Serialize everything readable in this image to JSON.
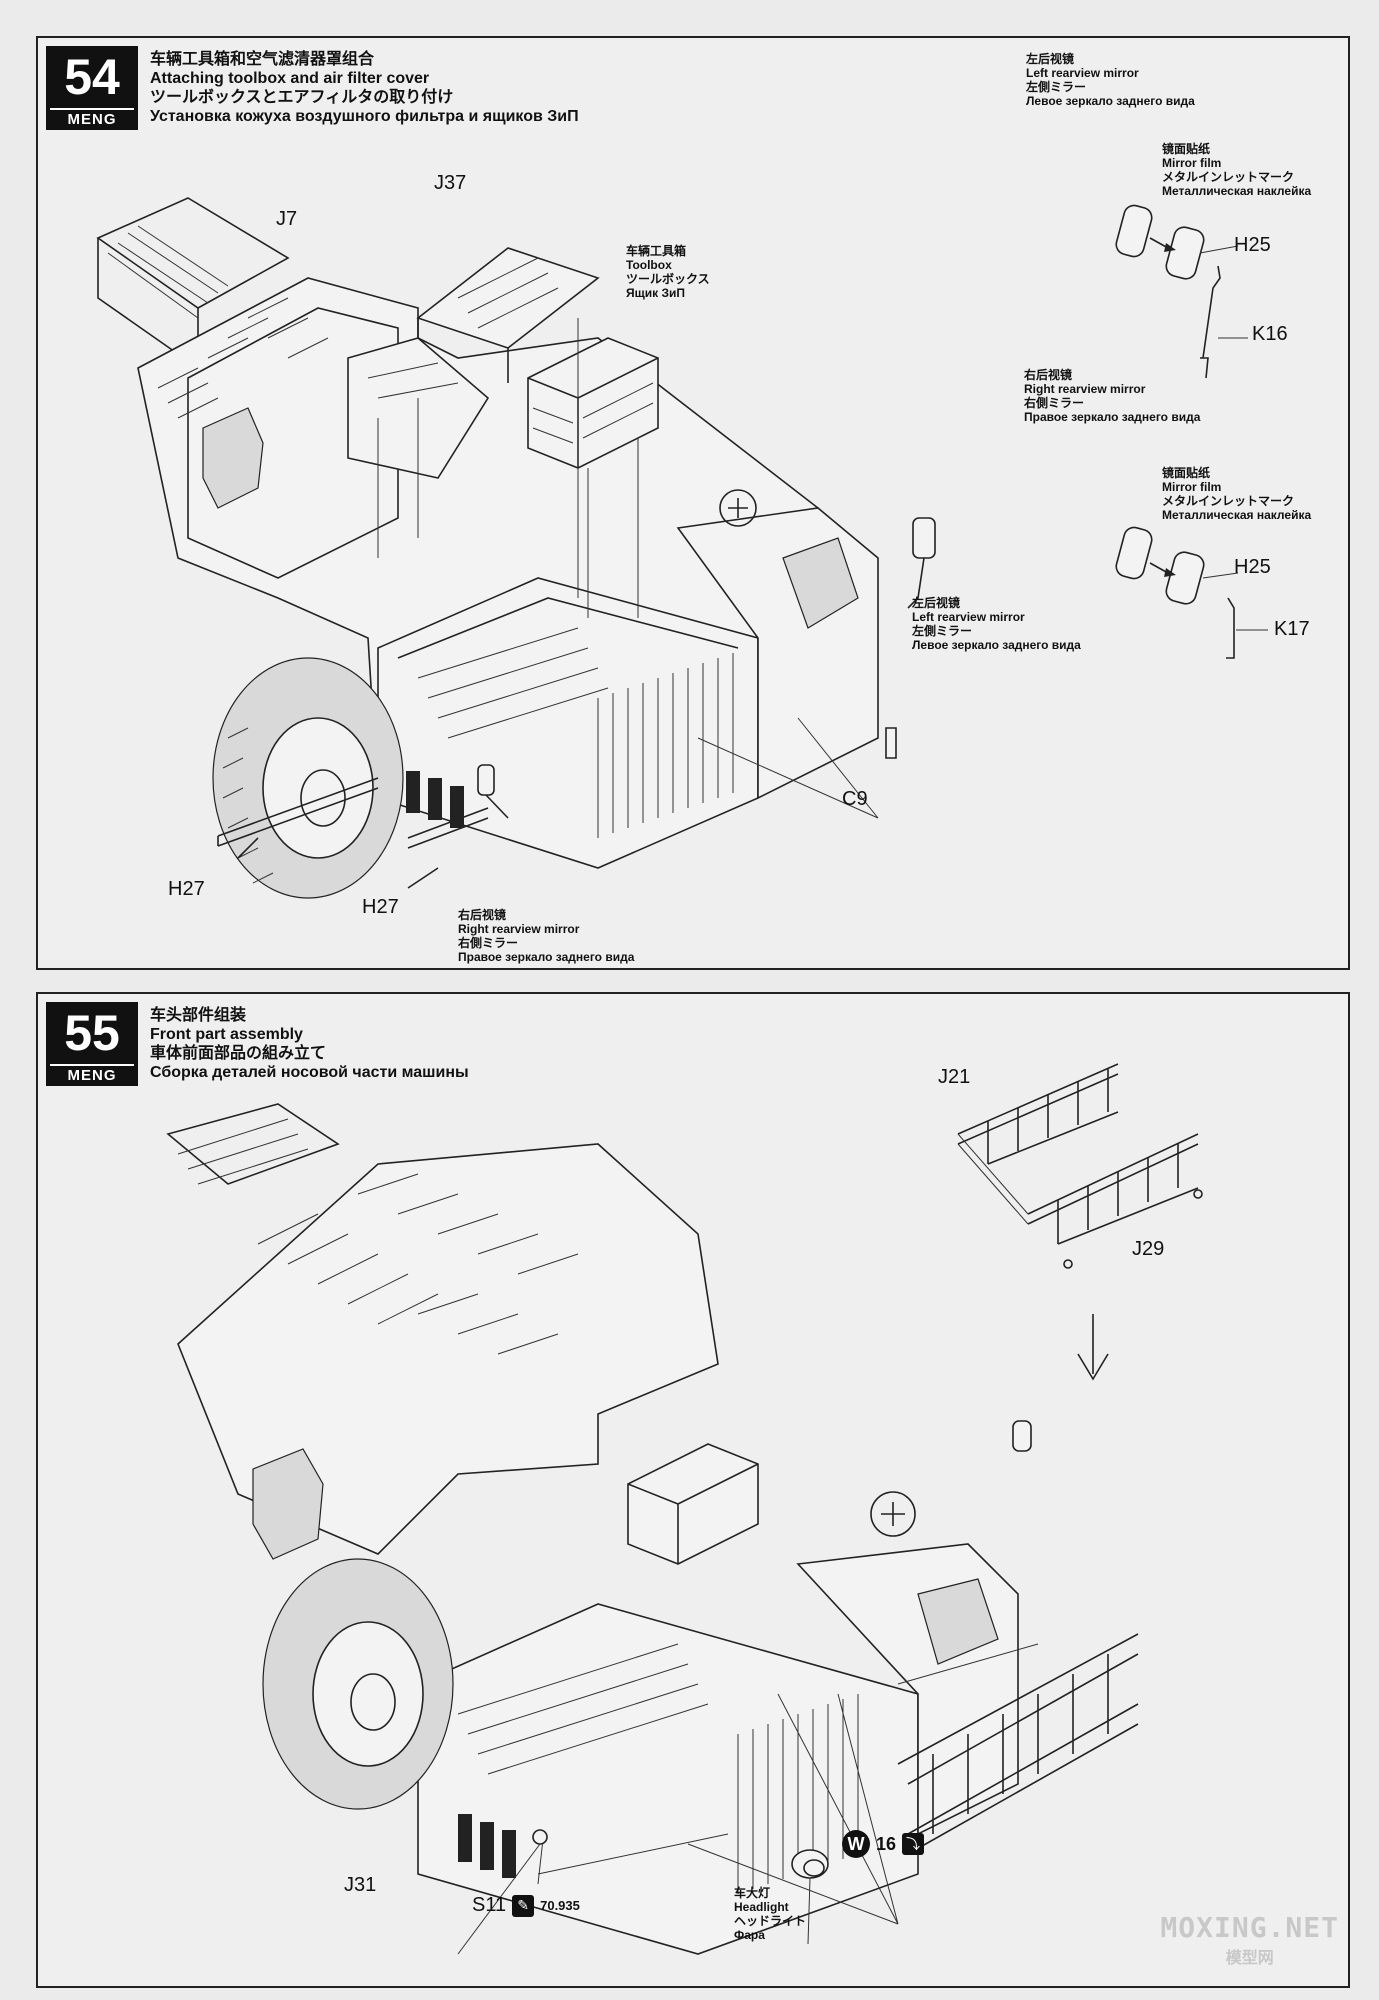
{
  "steps": [
    {
      "number": "54",
      "brand": "MENG",
      "title_zh": "车辆工具箱和空气滤清器罩组合",
      "title_en": "Attaching toolbox and air filter cover",
      "title_ja": "ツールボックスとエアフィルタの取り付け",
      "title_ru": "Установка кожуха воздушного фильтра и ящиков ЗиП",
      "parts": {
        "j37": "J37",
        "j7": "J7",
        "h25a": "H25",
        "k16": "K16",
        "h25b": "H25",
        "k17": "K17",
        "c9": "C9",
        "h27a": "H27",
        "h27b": "H27"
      },
      "callouts": {
        "left_mirror_top": {
          "zh": "左后视镜",
          "en": "Left rearview mirror",
          "ja": "左側ミラー",
          "ru": "Левое зеркало заднего вида"
        },
        "mirror_film_1": {
          "zh": "镜面贴纸",
          "en": "Mirror film",
          "ja": "メタルインレットマーク",
          "ru": "Металлическая наклейка"
        },
        "toolbox": {
          "zh": "车辆工具箱",
          "en": "Toolbox",
          "ja": "ツールボックス",
          "ru": "Ящик ЗиП"
        },
        "right_mirror_side": {
          "zh": "右后视镜",
          "en": "Right rearview mirror",
          "ja": "右側ミラー",
          "ru": "Правое зеркало заднего вида"
        },
        "mirror_film_2": {
          "zh": "镜面贴纸",
          "en": "Mirror film",
          "ja": "メタルインレットマーク",
          "ru": "Металлическая наклейка"
        },
        "left_mirror_cab": {
          "zh": "左后视镜",
          "en": "Left rearview mirror",
          "ja": "左側ミラー",
          "ru": "Левое зеркало заднего вида"
        },
        "right_mirror_bottom": {
          "zh": "右后视镜",
          "en": "Right rearview mirror",
          "ja": "右側ミラー",
          "ru": "Правое зеркало заднего вида"
        }
      }
    },
    {
      "number": "55",
      "brand": "MENG",
      "title_zh": "车头部件组装",
      "title_en": "Front part assembly",
      "title_ja": "車体前面部品の組み立て",
      "title_ru": "Сборка деталей носовой части машины",
      "parts": {
        "j21": "J21",
        "j29": "J29",
        "j31": "J31",
        "s11": "S11"
      },
      "paint_code": "70.935",
      "decal_code": "16",
      "decal_letter": "W",
      "callouts": {
        "headlight": {
          "zh": "车大灯",
          "en": "Headlight",
          "ja": "ヘッドライト",
          "ru": "Фара"
        }
      }
    }
  ],
  "watermark": {
    "line1": "MOXING.NET",
    "line2": "模型网"
  },
  "icons": [
    "brush-icon",
    "cement-icon",
    "arrow-down-icon"
  ]
}
